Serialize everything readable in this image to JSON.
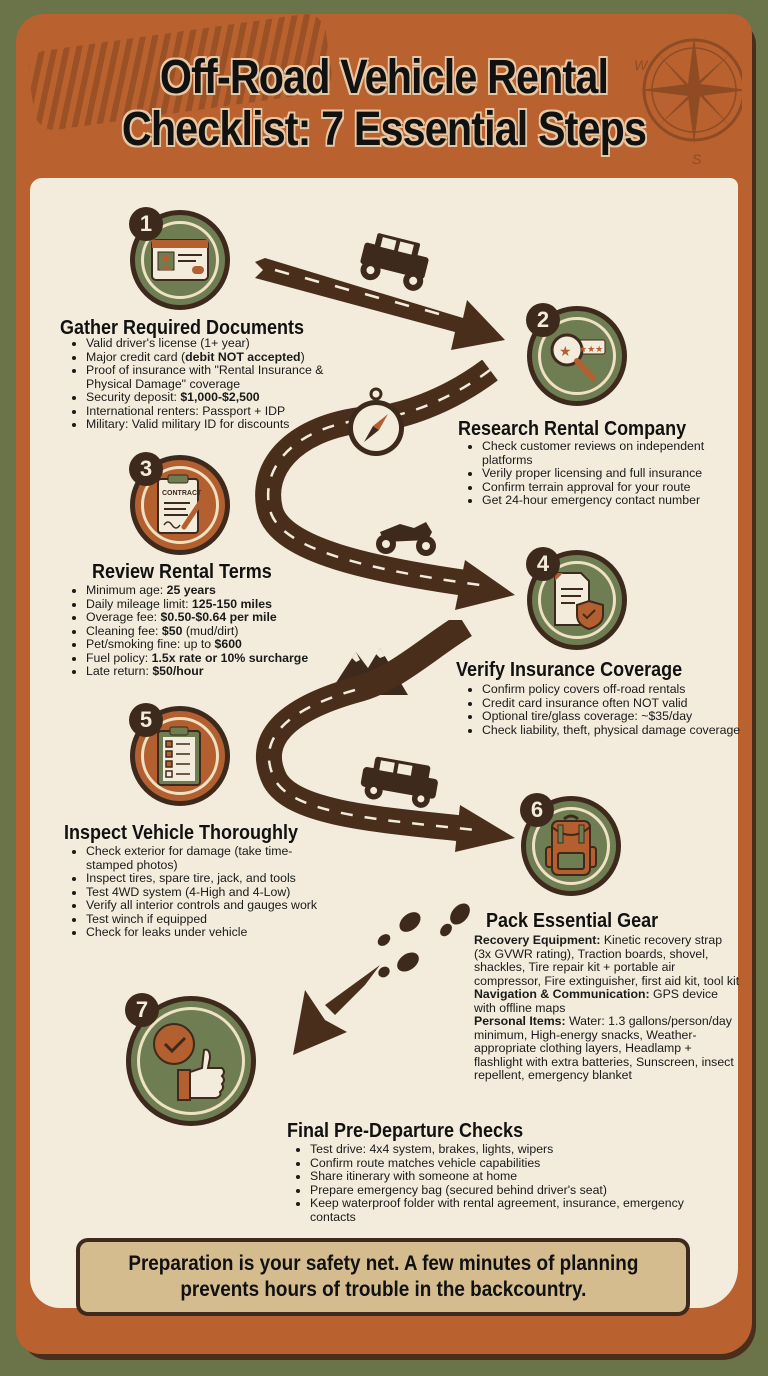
{
  "header": {
    "title_line1": "Off-Road Vehicle Rental",
    "title_line2": "Checklist: 7 Essential Steps"
  },
  "colors": {
    "background_olive": "#6b7449",
    "frame_rust": "#b9612f",
    "paper_cream": "#f3ecdc",
    "dark_brown": "#3e2a1c",
    "badge_green": "#6f7d52",
    "badge_rust": "#b35f30",
    "quote_tan": "#d4bc8f"
  },
  "steps": [
    {
      "number": "1",
      "icon": "id-card-icon",
      "title": "Gather Required Documents",
      "items": [
        {
          "text": "Valid driver's license (1+ year)",
          "bold": ""
        },
        {
          "text": "Major credit card (",
          "bold": "debit NOT accepted",
          "after": ")"
        },
        {
          "text": "Proof of insurance with \"Rental Insurance & Physical Damage\" coverage",
          "bold": ""
        },
        {
          "text": "Security deposit: ",
          "bold": "$1,000-$2,500"
        },
        {
          "text": "International renters: Passport + IDP",
          "bold": ""
        },
        {
          "text": "Military: Valid military ID for discounts",
          "bold": ""
        }
      ]
    },
    {
      "number": "2",
      "icon": "magnifier-reviews-icon",
      "title": "Research Rental Company",
      "items": [
        {
          "text": "Check customer reviews on independent platforms"
        },
        {
          "text": "Verily proper licensing and full insurance"
        },
        {
          "text": "Confirm terrain approval for your route"
        },
        {
          "text": "Get 24-hour emergency contact number"
        }
      ]
    },
    {
      "number": "3",
      "icon": "contract-clipboard-icon",
      "icon_label": "CONTRACT",
      "title": "Review Rental Terms",
      "items": [
        {
          "text": "Minimum age: ",
          "bold": "25 years"
        },
        {
          "text": "Daily mileage limit: ",
          "bold": "125-150 miles"
        },
        {
          "text": "Overage fee: ",
          "bold": "$0.50-$0.64 per mile"
        },
        {
          "text": "Cleaning fee: ",
          "bold": "$50",
          "after": " (mud/dirt)"
        },
        {
          "text": "Pet/smoking fine: up to ",
          "bold": "$600"
        },
        {
          "text": "Fuel policy: ",
          "bold": "1.5x rate or 10% surcharge"
        },
        {
          "text": "Late return: ",
          "bold": "$50/hour"
        }
      ]
    },
    {
      "number": "4",
      "icon": "document-shield-icon",
      "title": "Verify Insurance Coverage",
      "items": [
        {
          "text": "Confirm policy covers off-road rentals"
        },
        {
          "text": "Credit card insurance often NOT valid"
        },
        {
          "text": "Optional tire/glass coverage: ~$35/day"
        },
        {
          "text": "Check liability, theft, physical damage coverage"
        }
      ]
    },
    {
      "number": "5",
      "icon": "checklist-clipboard-icon",
      "title": "Inspect Vehicle Thoroughly",
      "items": [
        {
          "text": "Check exterior for damage (take time-stamped photos)"
        },
        {
          "text": "Inspect tires, spare tire, jack, and tools"
        },
        {
          "text": "Test 4WD system (4-High and 4-Low)"
        },
        {
          "text": "Verify all interior controls and gauges work"
        },
        {
          "text": "Test winch if equipped"
        },
        {
          "text": "Check for leaks under vehicle"
        }
      ]
    },
    {
      "number": "6",
      "icon": "backpack-icon",
      "title": "Pack Essential Gear",
      "groups": [
        {
          "label": "Recovery Equipment:",
          "text": " Kinetic recovery strap (3x GVWR rating), Traction boards, shovel, shackles, Tire repair kit + portable air compressor, Fire extinguisher, first aid kit, tool kit"
        },
        {
          "label": "Navigation & Communication:",
          "text": " GPS device with offline maps"
        },
        {
          "label": "Personal Items:",
          "text": " Water: 1.3 gallons/person/day minimum, High-energy snacks, Weather-appropriate clothing layers, Headlamp + flashlight with extra batteries, Sunscreen, insect repellent, emergency blanket"
        }
      ]
    },
    {
      "number": "7",
      "icon": "check-thumbs-up-icon",
      "title": "Final Pre-Departure Checks",
      "items": [
        {
          "text": "Test drive: 4x4 system, brakes, lights, wipers"
        },
        {
          "text": "Confirm route matches vehicle capabilities"
        },
        {
          "text": "Share itinerary with someone at home"
        },
        {
          "text": "Prepare emergency bag (secured behind driver's seat)"
        },
        {
          "text": "Keep waterproof folder with rental agreement, insurance, emergency contacts"
        }
      ]
    }
  ],
  "footer": {
    "quote_line1": "Preparation is your safety net. A few minutes of planning",
    "quote_line2": "prevents hours of trouble in the backcountry."
  },
  "decorations": {
    "compass_letters": [
      "W",
      "S"
    ]
  }
}
